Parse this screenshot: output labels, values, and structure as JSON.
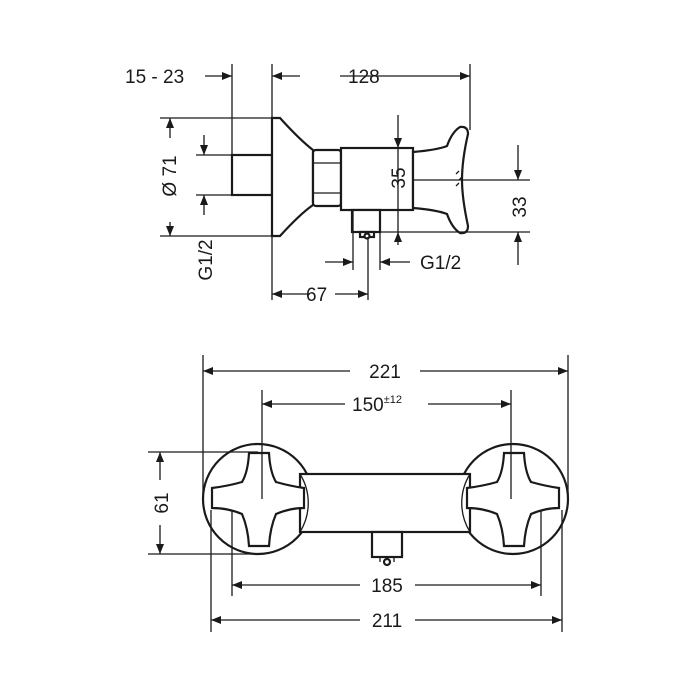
{
  "side_view": {
    "dim_wall_offset": "15 - 23",
    "dim_depth": "128",
    "dim_diameter": "Ø 71",
    "dim_height_35": "35",
    "dim_height_33": "33",
    "dim_inlet_thread": "G1/2",
    "dim_outlet_thread": "G1/2",
    "dim_outlet_offset": "67"
  },
  "top_view": {
    "dim_overall_width": "221",
    "dim_centre_distance": "150",
    "dim_centre_tolerance": "±12",
    "dim_rosette_height": "61",
    "dim_handle_span": "185",
    "dim_rosette_span": "211"
  }
}
